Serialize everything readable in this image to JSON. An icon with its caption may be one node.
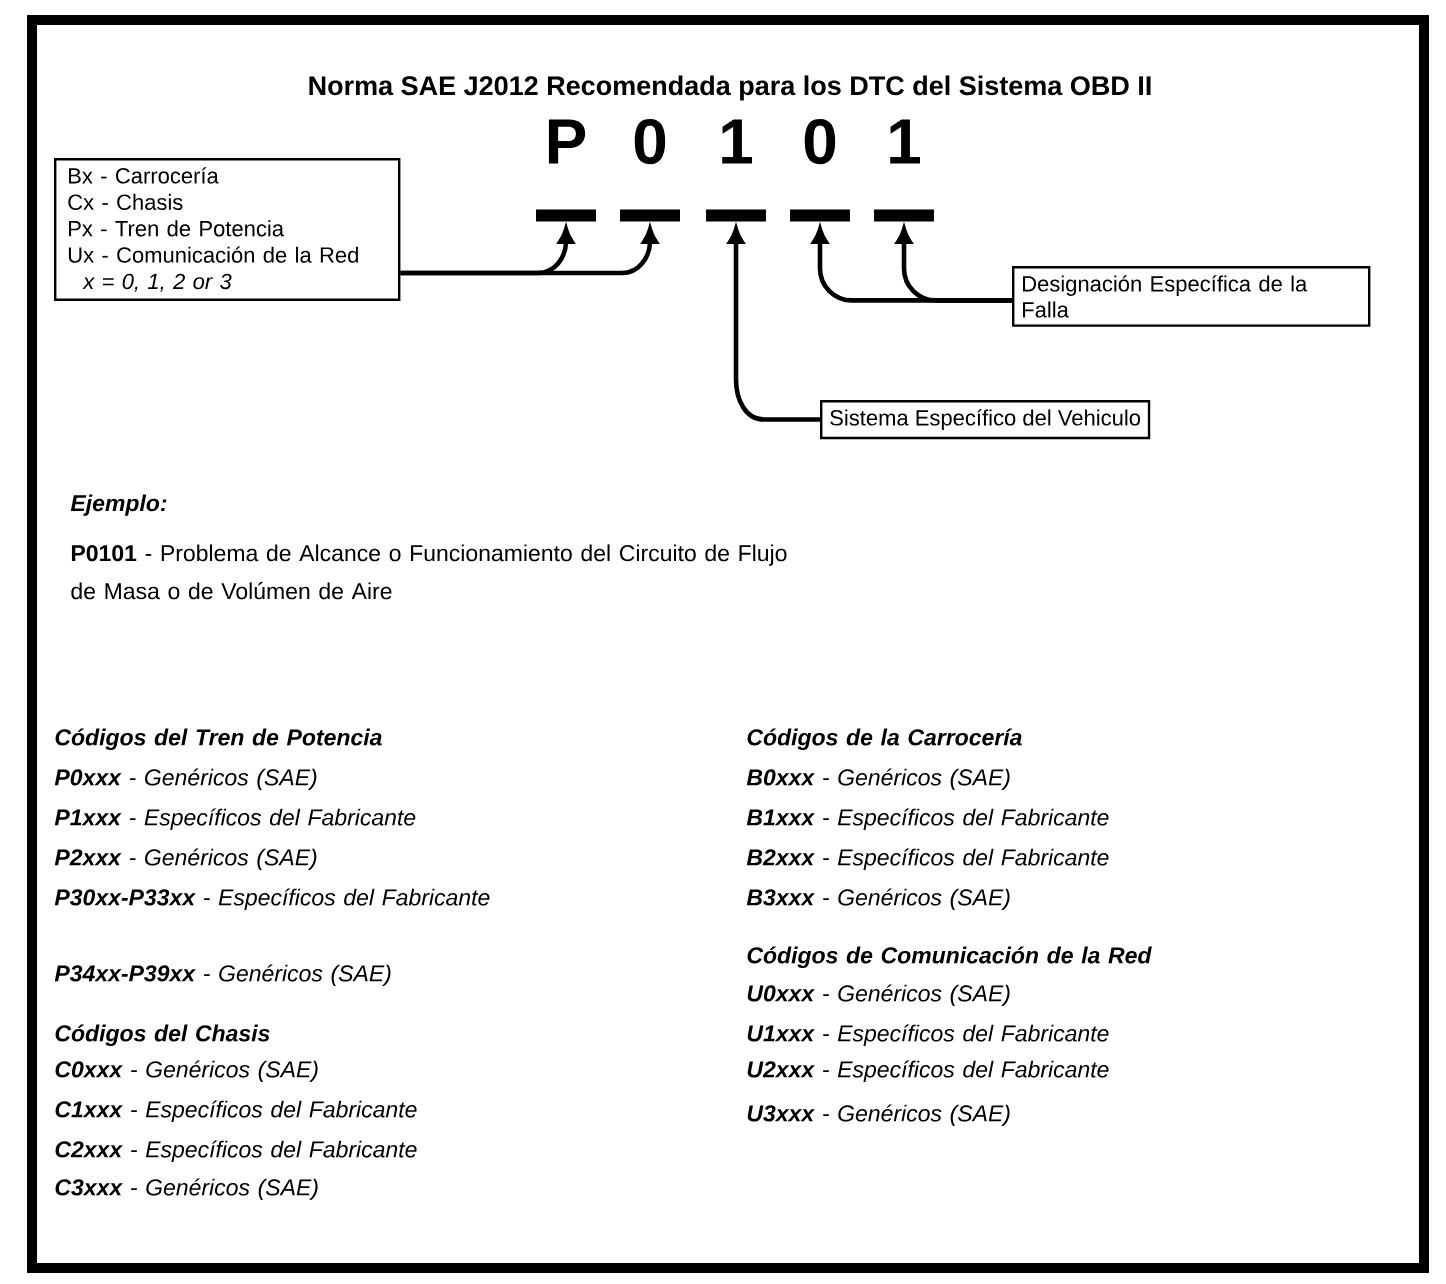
{
  "diagram": {
    "title": "Norma SAE J2012 Recomendada para los DTC del Sistema OBD II",
    "nodes": [
      {
        "text": [
          "Bx - Carrocería",
          "Cx - Chasis",
          "Px - Tren de Potencia",
          "Ux - Comunicación de la Red",
          "x = 0, 1, 2 or 3"
        ]
      },
      {
        "text": [
          "P"
        ]
      },
      {
        "text": [
          "0"
        ]
      },
      {
        "text": [
          "1"
        ]
      },
      {
        "text": [
          "0"
        ]
      },
      {
        "text": [
          "1"
        ]
      },
      {
        "text": [
          "Designación Específica de la Falla"
        ]
      },
      {
        "text": [
          "Sistema Específico del Vehiculo"
        ]
      }
    ],
    "edges": [
      {
        "from": 0,
        "to": 1,
        "arrow": "to"
      },
      {
        "from": 0,
        "to": 2,
        "arrow": "to"
      },
      {
        "from": 7,
        "to": 3,
        "arrow": "to"
      },
      {
        "from": 6,
        "to": 4,
        "arrow": "to"
      },
      {
        "from": 6,
        "to": 5,
        "arrow": "to"
      }
    ],
    "labels": [
      "Ejemplo:",
      "**P0101** - Problema de Alcance o Funcionamiento del Circuito de Flujo de Masa o de Volúmen de Aire",
      "Códigos del Tren de Potencia",
      "**P0xxx** - Genéricos (SAE)",
      "**P1xxx** - Específicos del Fabricante",
      "**P2xxx** - Genéricos (SAE)",
      "**P30xx-P33xx** - Específicos del Fabricante",
      "**P34xx-P39xx** - Genéricos (SAE)",
      "Códigos del Chasis",
      "**C0xxx** - Genéricos (SAE)",
      "**C1xxx** - Específicos del Fabricante",
      "**C2xxx** - Específicos del Fabricante",
      "**C3xxx** - Genéricos (SAE)",
      "Códigos de la Carrocería",
      "**B0xxx** - Genéricos (SAE)",
      "**B1xxx** - Específicos del Fabricante",
      "**B2xxx** - Específicos del Fabricante",
      "**B3xxx** - Genéricos (SAE)",
      "Códigos de Comunicación de la Red",
      "**U0xxx** - Genéricos (SAE)",
      "**U1xxx** - Específicos del Fabricante",
      "**U2xxx** - Específicos del Fabricante",
      "**U3xxx** - Genéricos (SAE)"
    ]
  }
}
